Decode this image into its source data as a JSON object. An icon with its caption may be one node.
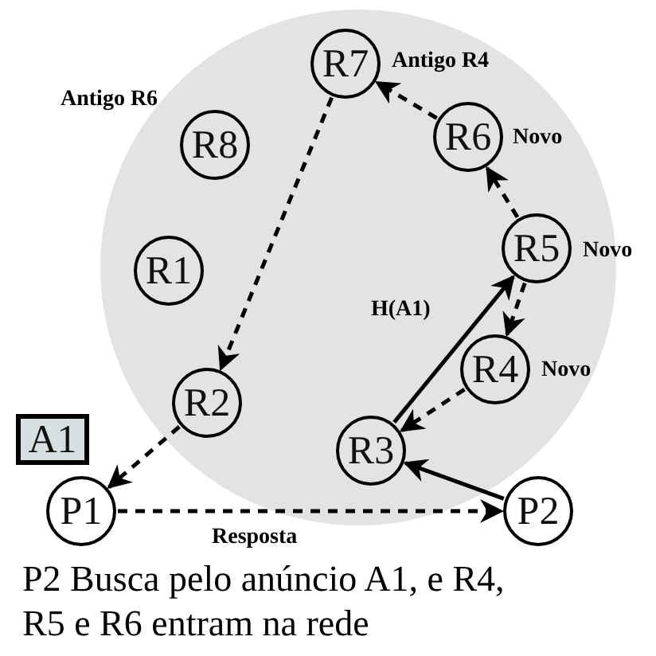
{
  "diagram": {
    "caption": "P2 Busca pelo anúncio A1, e R4, R5 e R6 entram na rede",
    "nodes": [
      {
        "text": [],
        "shape": "circle"
      },
      {
        "text": [
          "R7"
        ],
        "in": 0,
        "beside": [
          "Antigo R4"
        ]
      },
      {
        "text": [
          "R8"
        ],
        "in": 0,
        "beside": [
          "Antigo R6"
        ]
      },
      {
        "text": [
          "R6"
        ],
        "in": 0,
        "beside": [
          "Novo"
        ]
      },
      {
        "text": [
          "R1"
        ],
        "in": 0
      },
      {
        "text": [
          "R5"
        ],
        "in": 0,
        "beside": [
          "Novo"
        ]
      },
      {
        "text": [
          "R4"
        ],
        "in": 0,
        "beside": [
          "Novo"
        ]
      },
      {
        "text": [
          "R2"
        ],
        "in": 0
      },
      {
        "text": [
          "A1"
        ]
      },
      {
        "text": [
          "R3"
        ],
        "in": 0
      },
      {
        "text": [
          "P1"
        ]
      },
      {
        "text": [
          "P2"
        ]
      }
    ],
    "edges": [
      {
        "from": 7,
        "to": 10,
        "arrow": "to",
        "style": "dashed"
      },
      {
        "from": 1,
        "to": 7,
        "arrow": "to",
        "style": "dashed"
      },
      {
        "from": 3,
        "to": 1,
        "arrow": "to",
        "style": "dashed"
      },
      {
        "from": 5,
        "to": 3,
        "arrow": "to",
        "style": "dashed"
      },
      {
        "from": 5,
        "to": 6,
        "arrow": "to",
        "style": "dashed"
      },
      {
        "from": 6,
        "to": 9,
        "arrow": "to",
        "style": "dashed"
      },
      {
        "from": 9,
        "to": 5,
        "arrow": "to",
        "label": "H(A1)"
      },
      {
        "from": 11,
        "to": 9,
        "arrow": "to"
      },
      {
        "from": 10,
        "to": 11,
        "arrow": "to",
        "style": "dashed",
        "label": "Resposta"
      }
    ]
  }
}
